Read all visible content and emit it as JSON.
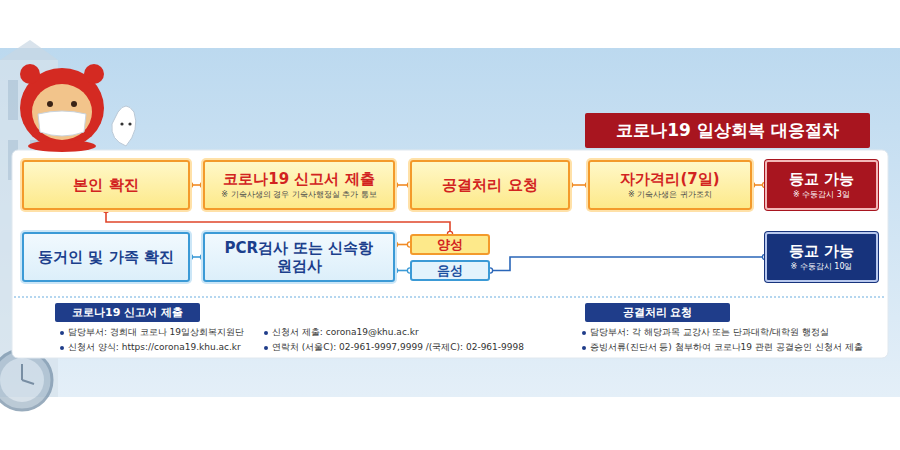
{
  "diagram": {
    "title": "코로나19 일상회복 대응절차",
    "nodes": [
      {
        "text": [
          "본인 확진"
        ]
      },
      {
        "text": [
          "코로나19 신고서 제출",
          "※ 기숙사생의 경우 기숙사행정실 추가 통보"
        ]
      },
      {
        "text": [
          "공결처리 요청"
        ]
      },
      {
        "text": [
          "자가격리(7일)",
          "※ 기숙사생은 귀가조치"
        ]
      },
      {
        "text": [
          "등교 가능",
          "※ 수동감시 3일"
        ]
      },
      {
        "text": [
          "동거인 및 가족 확진"
        ]
      },
      {
        "text": [
          "PCR검사 또는 신속항원검사"
        ]
      },
      {
        "text": [
          "양성"
        ]
      },
      {
        "text": [
          "음성"
        ]
      },
      {
        "text": [
          "등교 가능",
          "※ 수동감시 10일"
        ]
      },
      {
        "text": [
          "코로나19 신고서 제출"
        ]
      },
      {
        "text": [
          "공결처리 요청"
        ]
      }
    ],
    "edges": [
      {
        "from": 0,
        "to": 1,
        "arrow": "none"
      },
      {
        "from": 1,
        "to": 2,
        "arrow": "none"
      },
      {
        "from": 2,
        "to": 3,
        "arrow": "none"
      },
      {
        "from": 3,
        "to": 4,
        "arrow": "none"
      },
      {
        "from": 0,
        "to": 7,
        "arrow": "none"
      },
      {
        "from": 5,
        "to": 6,
        "arrow": "none"
      },
      {
        "from": 6,
        "to": 7,
        "arrow": "none"
      },
      {
        "from": 6,
        "to": 8,
        "arrow": "none"
      },
      {
        "from": 8,
        "to": 9,
        "arrow": "none"
      }
    ],
    "labels": [
      "담당부서: 경희대 코로나 19일상회복지원단",
      "신청서 양식: https://corona19.khu.ac.kr",
      "신청서 제출: corona19@khu.ac.kr",
      "연락처 (서울C): 02-961-9997,9999 /(국제C): 02-961-9998",
      "담당부서: 각 해당과목 교강사 또는 단과대학/대학원 행정실",
      "증빙서류(진단서 등) 첨부하여 코로나19 관련 공결승인 신청서 제출"
    ]
  }
}
